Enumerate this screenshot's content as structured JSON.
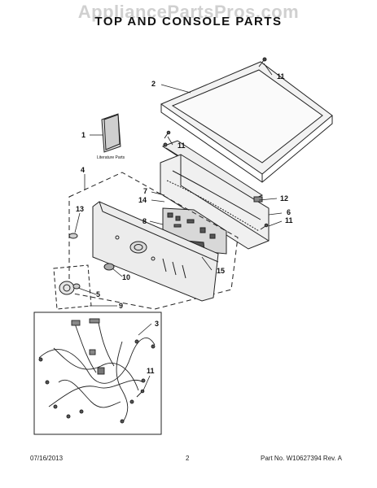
{
  "watermark": "AppliancePartsPros.com",
  "title": "TOP AND CONSOLE PARTS",
  "literature_label": "Literature Parts",
  "callouts": {
    "c1": "1",
    "c2": "2",
    "c3": "3",
    "c4": "4",
    "c5": "5",
    "c6": "6",
    "c7": "7",
    "c8": "8",
    "c9": "9",
    "c10": "10",
    "c11a": "11",
    "c11b": "11",
    "c11c": "11",
    "c11d": "11",
    "c12": "12",
    "c13": "13",
    "c14": "14",
    "c15": "15"
  },
  "footer": {
    "date": "07/16/2013",
    "page": "2",
    "part": "Part No. W10627394  Rev. A"
  }
}
